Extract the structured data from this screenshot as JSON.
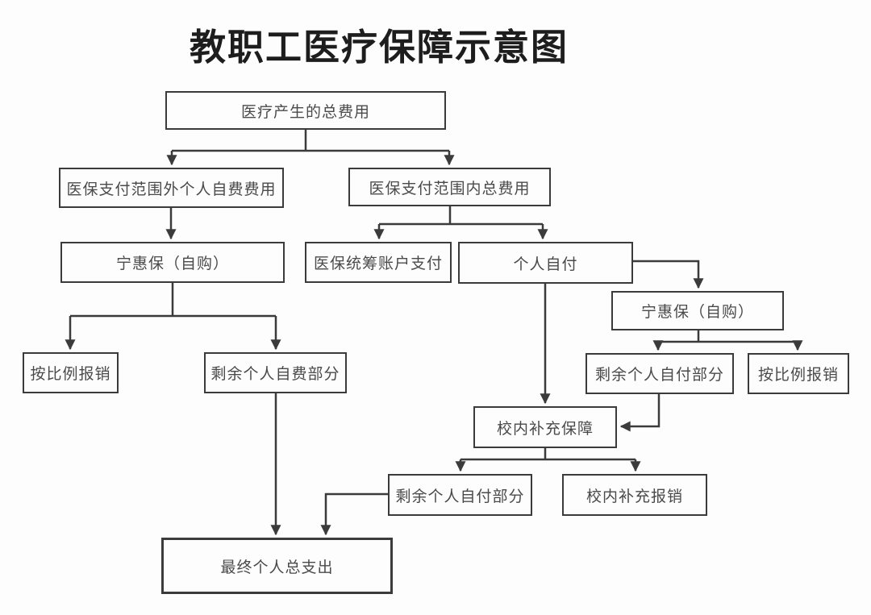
{
  "title": "教职工医疗保障示意图",
  "nodes": {
    "total_cost": {
      "label": "医疗产生的总费用"
    },
    "outside_scope": {
      "label": "医保支付范围外个人自费费用"
    },
    "inside_scope": {
      "label": "医保支付范围内总费用"
    },
    "ninghuibao_left": {
      "label": "宁惠保（自购）"
    },
    "pooled_account": {
      "label": "医保统筹账户支付"
    },
    "self_pay": {
      "label": "个人自付"
    },
    "ninghuibao_right": {
      "label": "宁惠保（自购）"
    },
    "ratio_reimburse_left": {
      "label": "按比例报销"
    },
    "remaining_self_fee": {
      "label": "剩余个人自费部分"
    },
    "remaining_self_pay_right": {
      "label": "剩余个人自付部分"
    },
    "ratio_reimburse_right": {
      "label": "按比例报销"
    },
    "school_supplement": {
      "label": "校内补充保障"
    },
    "remaining_self_pay_bottom": {
      "label": "剩余个人自付部分"
    },
    "school_reimburse": {
      "label": "校内补充报销"
    },
    "final_total": {
      "label": "最终个人总支出"
    }
  },
  "colors": {
    "line": "#3b3b3b",
    "box_border": "#3b3b3b",
    "box_text": "#4a4a4a",
    "title_text": "#1d1d1d",
    "background": "#fdfdfd"
  }
}
